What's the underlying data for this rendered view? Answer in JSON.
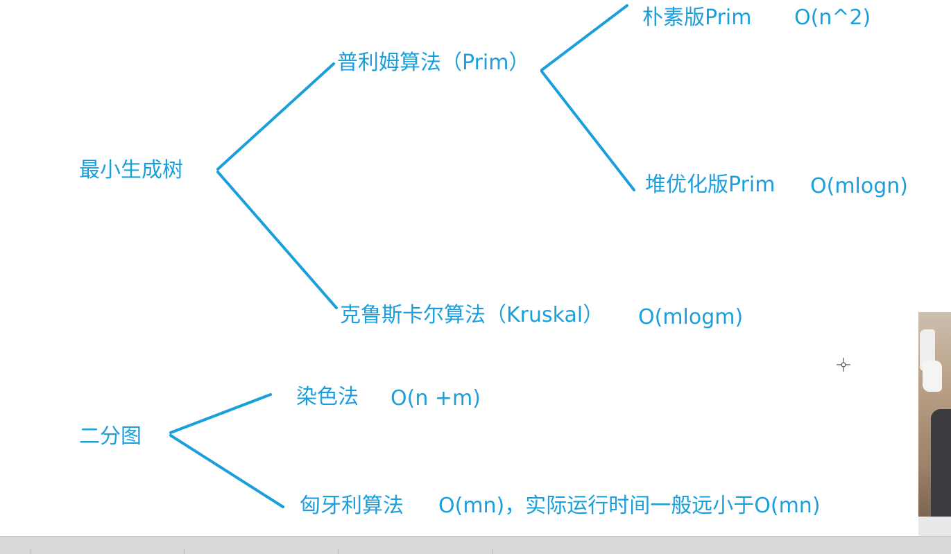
{
  "nodes": {
    "mst": "最小生成树",
    "prim": "普利姆算法（Prim）",
    "naive_prim": "朴素版Prim",
    "naive_prim_complexity": "O(n^2)",
    "heap_prim": "堆优化版Prim",
    "heap_prim_complexity": "O(mlogn)",
    "kruskal": "克鲁斯卡尔算法（Kruskal）",
    "kruskal_complexity": "O(mlogm)",
    "bipartite": "二分图",
    "coloring": "染色法",
    "coloring_complexity": "O(n +m)",
    "hungarian": "匈牙利算法",
    "hungarian_complexity": "O(mn)，实际运行时间一般远小于O(mn)"
  },
  "colors": {
    "accent": "#1a9fdc",
    "background": "#ffffff"
  }
}
